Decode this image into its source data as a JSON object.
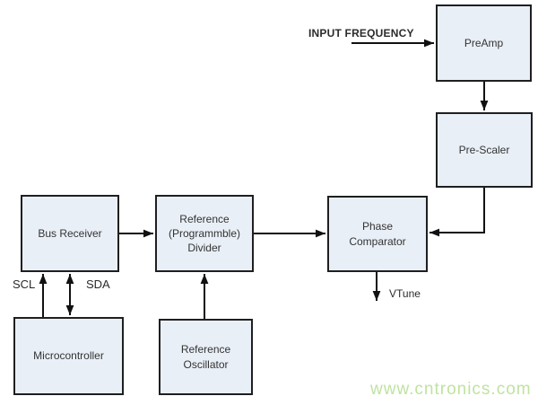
{
  "diagram": {
    "blocks": {
      "preamp": {
        "label": "PreAmp"
      },
      "prescaler": {
        "label": "Pre-Scaler"
      },
      "phase_comparator": {
        "label": "Phase\nComparator"
      },
      "reference_divider": {
        "label": "Reference\n(Programmble)\nDivider"
      },
      "bus_receiver": {
        "label": "Bus Receiver"
      },
      "microcontroller": {
        "label": "Microcontroller"
      },
      "reference_oscillator": {
        "label": "Reference\nOscillator"
      }
    },
    "labels": {
      "input_frequency": "INPUT FREQUENCY",
      "scl": "SCL",
      "sda": "SDA",
      "vtune": "VTune"
    },
    "watermark": "www.cntronics.com",
    "colors": {
      "block_fill": "#e9eff7",
      "block_border": "#1f1f1f",
      "connector": "#111111",
      "label_text": "#333333",
      "watermark_green": "#bfe3a1",
      "background": "#ffffff"
    }
  }
}
